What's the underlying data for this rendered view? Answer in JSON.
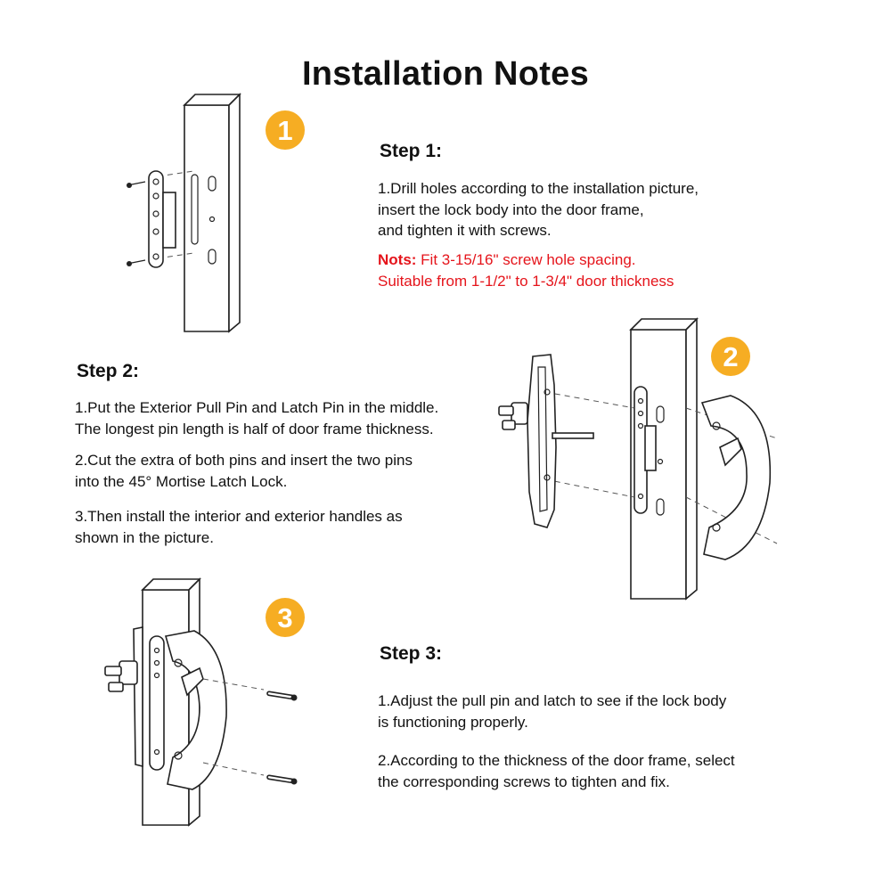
{
  "title": "Installation Notes",
  "step1": {
    "heading": "Step 1:",
    "badge": "1",
    "lines": [
      "1.Drill holes according to the installation picture,",
      "insert the lock body into the door frame,",
      "and tighten it with screws."
    ],
    "note_label": "Nots:",
    "note_line1": " Fit 3-15/16\" screw hole spacing.",
    "note_line2": "Suitable from 1-1/2\" to 1-3/4\" door thickness"
  },
  "step2": {
    "heading": "Step 2:",
    "badge": "2",
    "p1": [
      "1.Put the Exterior Pull Pin and Latch Pin in the middle.",
      "The longest pin length is half of door frame thickness."
    ],
    "p2": [
      "2.Cut the extra of both pins and insert the two pins",
      "into the 45° Mortise Latch Lock."
    ],
    "p3": [
      "3.Then install the interior and exterior handles as",
      "shown in the picture."
    ]
  },
  "step3": {
    "heading": "Step 3:",
    "badge": "3",
    "p1": [
      "1.Adjust the pull pin and latch to see if the lock body",
      "is functioning properly."
    ],
    "p2": [
      "2.According to the thickness of the door frame, select",
      "the corresponding screws to tighten and fix."
    ]
  },
  "colors": {
    "badge": "#f6ad23",
    "note": "#e5141b",
    "text": "#111111"
  }
}
